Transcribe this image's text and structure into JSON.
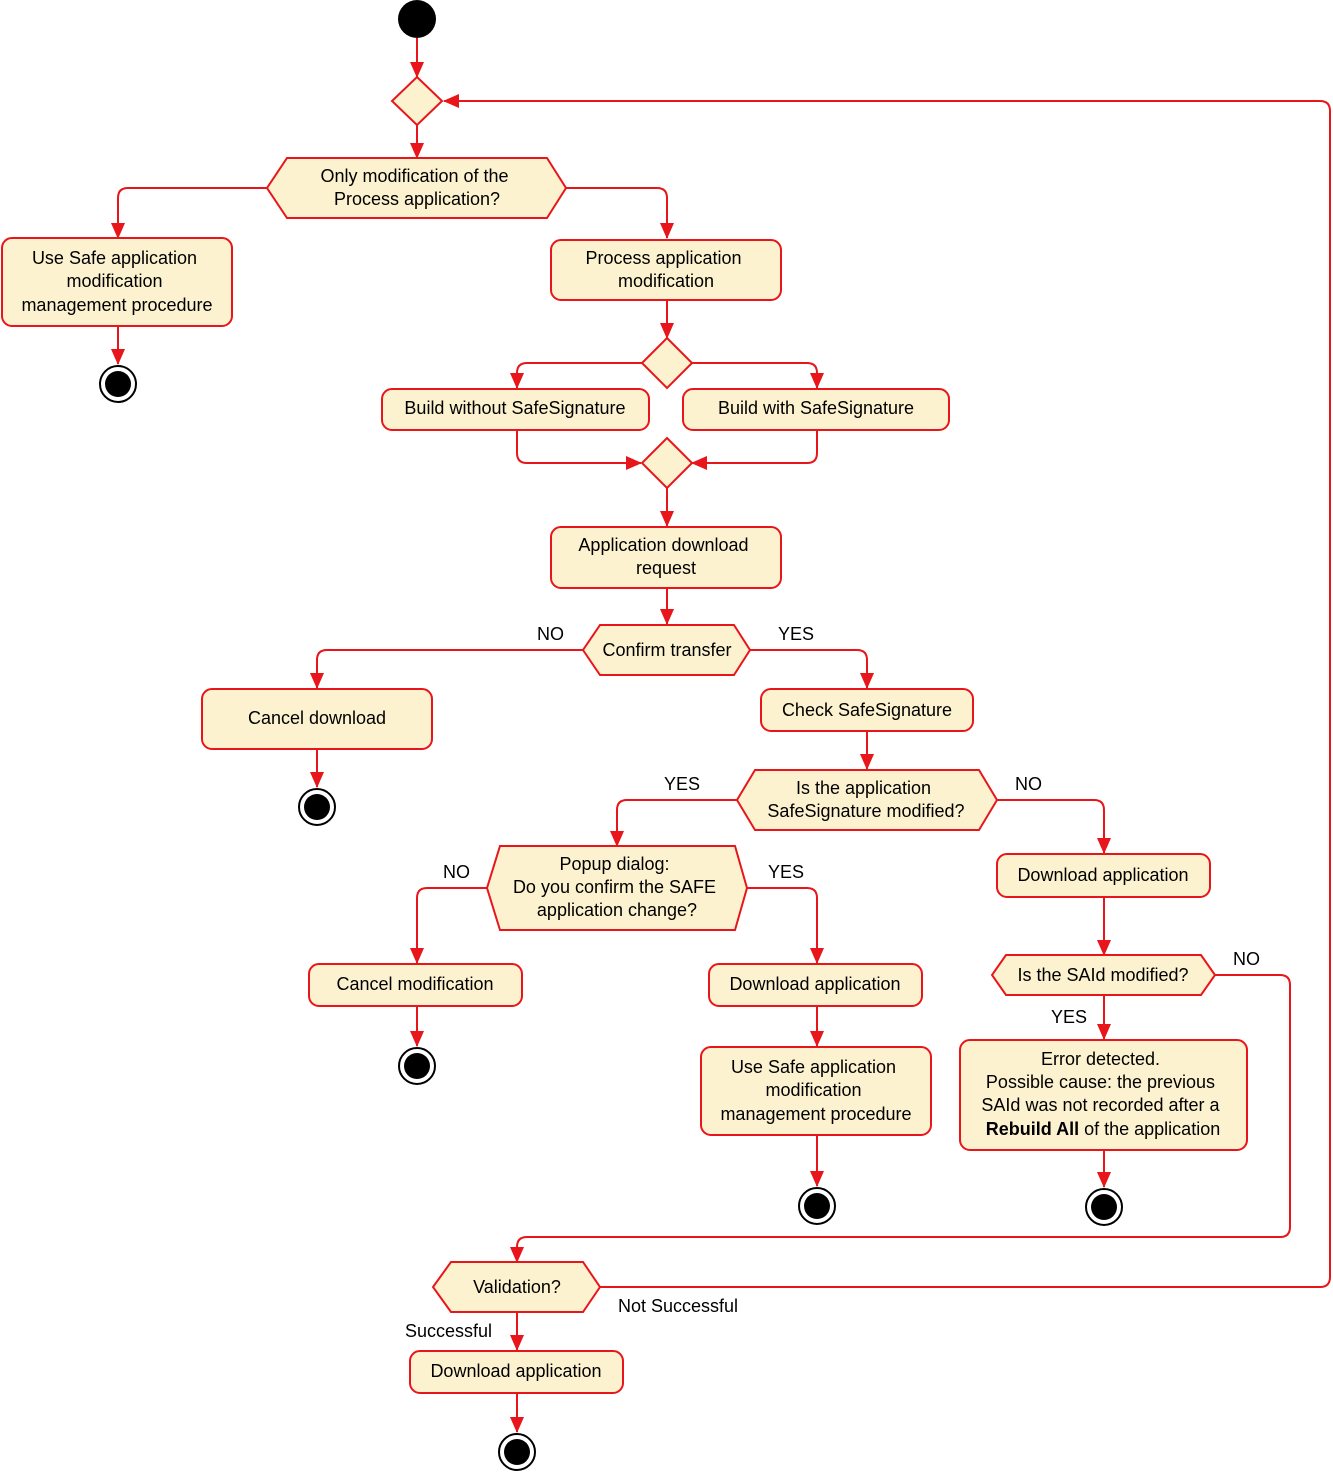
{
  "colors": {
    "stroke": "#e8161b",
    "fill": "#fdf2cf",
    "terminal": "#000000"
  },
  "nodes": {
    "q_only_process": [
      "Only modification of the",
      "Process application?"
    ],
    "use_safe_1": [
      "Use Safe application",
      "modification",
      "management procedure"
    ],
    "process_mod": [
      "Process application",
      "modification"
    ],
    "build_without": [
      "Build without SafeSignature"
    ],
    "build_with": [
      "Build with SafeSignature"
    ],
    "download_request": [
      "Application download",
      "request"
    ],
    "confirm_transfer": [
      "Confirm transfer"
    ],
    "cancel_download": [
      "Cancel download"
    ],
    "check_signature": [
      "Check SafeSignature"
    ],
    "q_signature_modified": [
      "Is the application",
      "SafeSignature modified?"
    ],
    "popup": [
      "Popup dialog:",
      "Do you confirm the SAFE",
      "application change?"
    ],
    "cancel_modification": [
      "Cancel modification"
    ],
    "download_app_mid": [
      "Download application"
    ],
    "use_safe_2": [
      "Use Safe application",
      "modification",
      "management procedure"
    ],
    "download_app_right": [
      "Download application"
    ],
    "q_said_modified": [
      "Is the SAId modified?"
    ],
    "error": {
      "line1": "Error detected.",
      "line2": "Possible cause: the previous",
      "line3": "SAId was not recorded after a",
      "bold": "Rebuild All",
      "rest": " of the application"
    },
    "validation": [
      "Validation?"
    ],
    "download_app_final": [
      "Download application"
    ]
  },
  "labels": {
    "confirm_no": "NO",
    "confirm_yes": "YES",
    "sig_yes": "YES",
    "sig_no": "NO",
    "popup_no": "NO",
    "popup_yes": "YES",
    "said_no": "NO",
    "said_yes": "YES",
    "not_successful": "Not Successful",
    "successful": "Successful"
  }
}
